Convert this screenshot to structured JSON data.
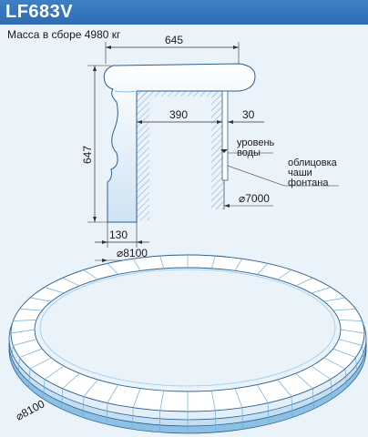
{
  "header": {
    "title": "LF683V"
  },
  "info": {
    "mass": "Масса в сборе 4980 кг"
  },
  "drawing": {
    "dim_width": "645",
    "dim_height": "647",
    "dim_inner": "390",
    "dim_face": "30",
    "dim_base": "130",
    "dim_diam_inner": "⌀7000",
    "dim_diam_outer": "⌀8100",
    "label_water": [
      "уровень",
      "воды"
    ],
    "label_facing": [
      "облицовка",
      "чаши",
      "фонтана"
    ]
  },
  "ring": {
    "diameter": "⌀8100"
  },
  "colors": {
    "header": "#2f6db3",
    "stone": "#ffffff",
    "stone_edge": "#6aaed8",
    "shadow": "#7fb8e0"
  }
}
